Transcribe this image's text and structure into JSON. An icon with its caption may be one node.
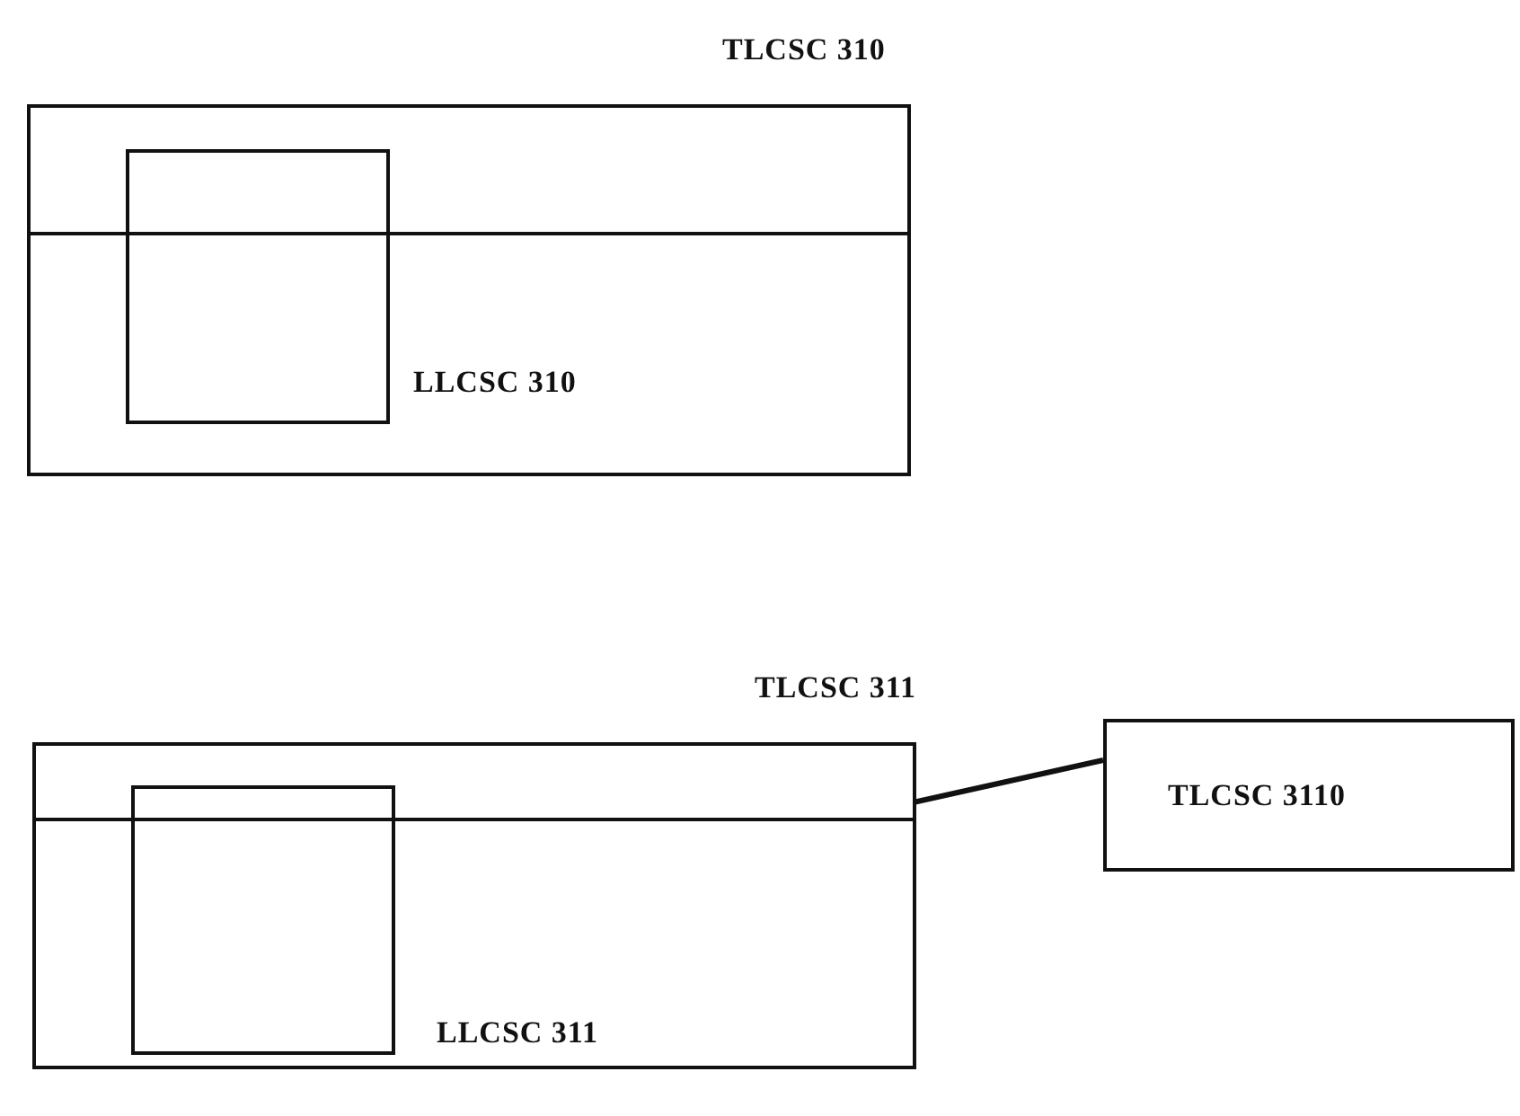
{
  "diagram": {
    "nodes": [
      {
        "text": [
          "TLCSC 310"
        ]
      },
      {
        "text": [
          "LLCSC 310"
        ],
        "in": 0
      },
      {
        "text": [],
        "shape": "box",
        "in": 0
      },
      {
        "text": [
          "TLCSC 311"
        ]
      },
      {
        "text": [
          "LLCSC 311"
        ],
        "in": 3
      },
      {
        "text": [],
        "shape": "box",
        "in": 3
      },
      {
        "text": [
          "TLCSC 3110"
        ]
      }
    ],
    "edges": [
      {
        "from": 6,
        "to": 4,
        "arrow": "none"
      }
    ]
  }
}
